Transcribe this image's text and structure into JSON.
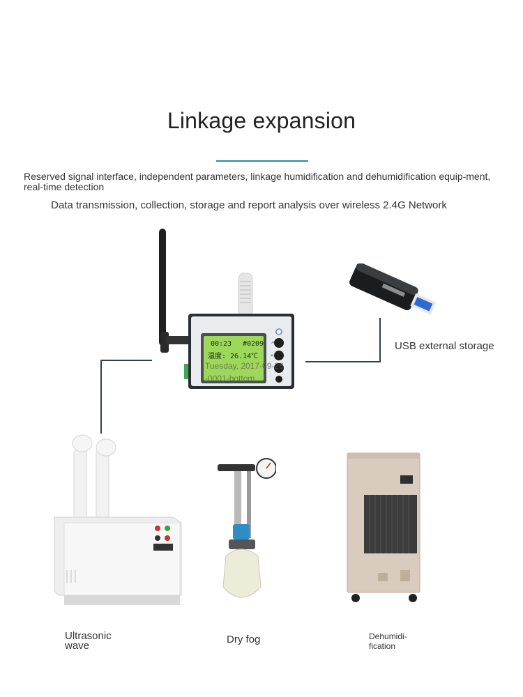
{
  "header": {
    "title": "Linkage expansion",
    "description_1": "Reserved signal interface, independent parameters, linkage humidification and dehumidification equip-ment, real-time detection",
    "description_2": "Data transmission, collection, storage and report analysis over wireless 2.4G Network"
  },
  "device": {
    "screen_line_1_time": "00:23",
    "screen_line_1_id": "#0209",
    "screen_line_2": "温度: 26.14℃",
    "screen_date": "Tuesday, 2017-09-26",
    "screen_footer": "-0001-bottom"
  },
  "peripherals": {
    "usb_label": "USB external storage",
    "ultrasonic_label_1": "Ultrasonic",
    "ultrasonic_label_2": "wave",
    "dry_fog_label": "Dry fog",
    "dehumid_label_1": "Dehumidi-",
    "dehumid_label_2": "fication"
  },
  "colors": {
    "accent_rule": "#2a8a98",
    "connector": "#2f3f4a",
    "lcd_green": "#9ed85a"
  }
}
